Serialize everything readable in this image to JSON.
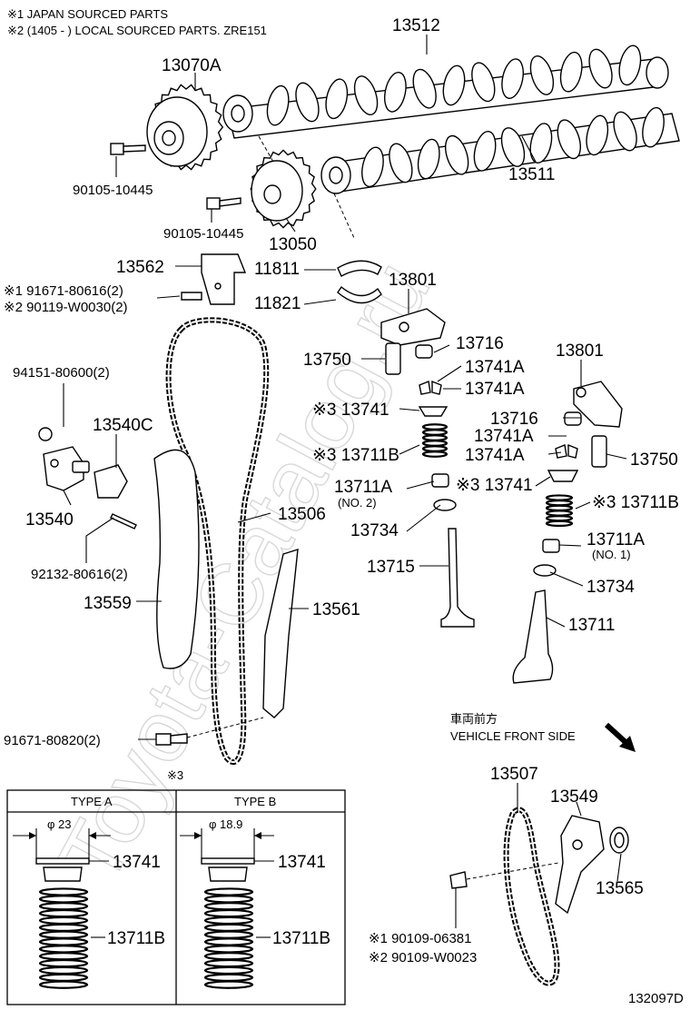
{
  "notes": {
    "note1": "※1 JAPAN SOURCED PARTS",
    "note2": "※2 (1405 -        ) LOCAL SOURCED PARTS. ZRE151"
  },
  "watermark": "Toyota-Catalog.ru",
  "labels": {
    "p13512": "13512",
    "p13070A": "13070A",
    "p13511": "13511",
    "p90105_a": "90105-10445",
    "p90105_b": "90105-10445",
    "p13050": "13050",
    "p13562": "13562",
    "p11811": "11811",
    "p11821": "11821",
    "p91671_80616": "※1 91671-80616(2)",
    "p90119": "※2 90119-W0030(2)",
    "p13801_a": "13801",
    "p13801_b": "13801",
    "p13750_a": "13750",
    "p13750_b": "13750",
    "p13716_a": "13716",
    "p13716_b": "13716",
    "p13741A_1": "13741A",
    "p13741A_2": "13741A",
    "p13741A_3": "13741A",
    "p13741A_4": "13741A",
    "p13741_a": "※3 13741",
    "p13741_b": "※3 13741",
    "p13711B_a": "※3 13711B",
    "p13711B_b": "※3 13711B",
    "p13711A_a": "13711A",
    "p13711A_a_sub": "(NO. 2)",
    "p13711A_b": "13711A",
    "p13711A_b_sub": "(NO. 1)",
    "p13734_a": "13734",
    "p13734_b": "13734",
    "p13715": "13715",
    "p13711": "13711",
    "p94151": "94151-80600(2)",
    "p13540C": "13540C",
    "p13540": "13540",
    "p92132": "92132-80616(2)",
    "p13506": "13506",
    "p13559": "13559",
    "p13561": "13561",
    "p91671_80820": "91671-80820(2)",
    "p13507": "13507",
    "p13549": "13549",
    "p13565": "13565",
    "p90109_06381": "※1 90109-06381",
    "p90109_W0023": "※2 90109-W0023"
  },
  "direction": {
    "jp": "車両前方",
    "en": "VEHICLE FRONT SIDE"
  },
  "inset": {
    "marker": "※3",
    "type_a": {
      "header": "TYPE A",
      "dimension": "φ 23",
      "part_top": "13741",
      "part_bottom": "13711B"
    },
    "type_b": {
      "header": "TYPE B",
      "dimension": "φ 18.9",
      "part_top": "13741",
      "part_bottom": "13711B"
    }
  },
  "figure_id": "132097D"
}
